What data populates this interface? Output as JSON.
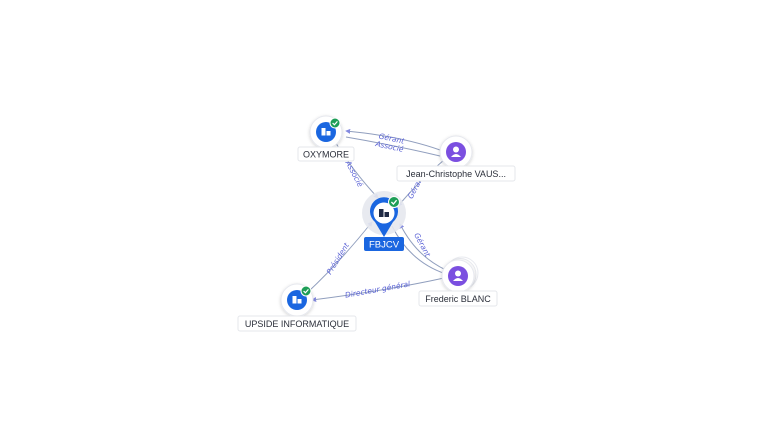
{
  "colors": {
    "company": "#1a66e0",
    "person": "#7b4fe0",
    "check": "#1e9e57",
    "edge": "#6b7ea8",
    "edge_label": "#5b63d6"
  },
  "nodes": {
    "fbjcv": {
      "label": "FBJCV",
      "icon": "building-icon",
      "verified": true
    },
    "oxymore": {
      "label": "OXYMORE",
      "icon": "building-icon",
      "verified": true
    },
    "upside": {
      "label": "UPSIDE INFORMATIQUE",
      "icon": "building-icon",
      "verified": true
    },
    "jean": {
      "label": "Jean-Christophe VAUS...",
      "icon": "person-icon"
    },
    "frederic": {
      "label": "Frederic BLANC",
      "icon": "person-icon"
    }
  },
  "edges": {
    "oxymore_fbjcv": {
      "label": "Associé"
    },
    "jean_oxymore_1": {
      "label": "Gérant"
    },
    "jean_oxymore_2": {
      "label": "Associé"
    },
    "jean_fbjcv": {
      "label": "Gérant"
    },
    "frederic_fbjcv": {
      "label": "Gérant"
    },
    "upside_fbjcv": {
      "label": "Président"
    },
    "frederic_upside": {
      "label": "Directeur général"
    }
  }
}
